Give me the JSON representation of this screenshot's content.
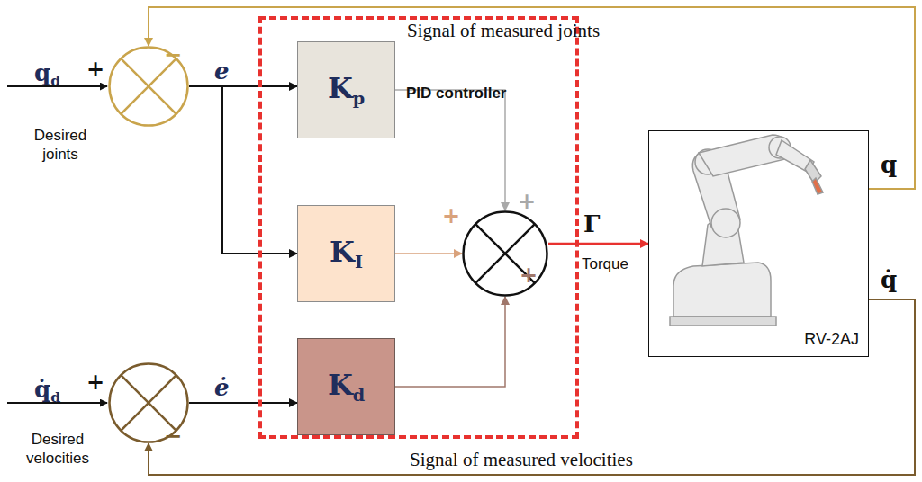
{
  "diagram": {
    "nodes": [
      {
        "text": [
          "+",
          "−"
        ]
      },
      {
        "text": [
          "PID controller"
        ]
      },
      {
        "text": [
          "Kp"
        ],
        "in": 1
      },
      {
        "text": [
          "KI"
        ],
        "in": 1
      },
      {
        "text": [
          "Kd"
        ],
        "in": 1
      },
      {
        "text": [
          "+",
          "+",
          "+"
        ],
        "in": 1
      },
      {
        "text": [
          "+",
          "−"
        ]
      },
      {
        "text": [
          "RV-2AJ"
        ]
      }
    ],
    "edges": [
      {
        "from": 0,
        "to": 2,
        "arrow": "to"
      },
      {
        "from": 0,
        "to": 3,
        "arrow": "to"
      },
      {
        "from": 6,
        "to": 4,
        "arrow": "to"
      },
      {
        "from": 2,
        "to": 5,
        "arrow": "to"
      },
      {
        "from": 3,
        "to": 5,
        "arrow": "to"
      },
      {
        "from": 4,
        "to": 5,
        "arrow": "to"
      },
      {
        "from": 5,
        "to": 7,
        "label": "Γ",
        "arrow": "to"
      },
      {
        "from": 7,
        "to": 0,
        "label": "Signal of measured joints",
        "arrow": "to"
      },
      {
        "from": 7,
        "to": 6,
        "label": "Signal of measured velocities",
        "arrow": "to"
      }
    ],
    "labels": [
      "qd",
      "Desired joints",
      "e",
      "q̇d",
      "Desired velocities",
      "ė",
      "Torque",
      "q",
      "q̇"
    ]
  }
}
